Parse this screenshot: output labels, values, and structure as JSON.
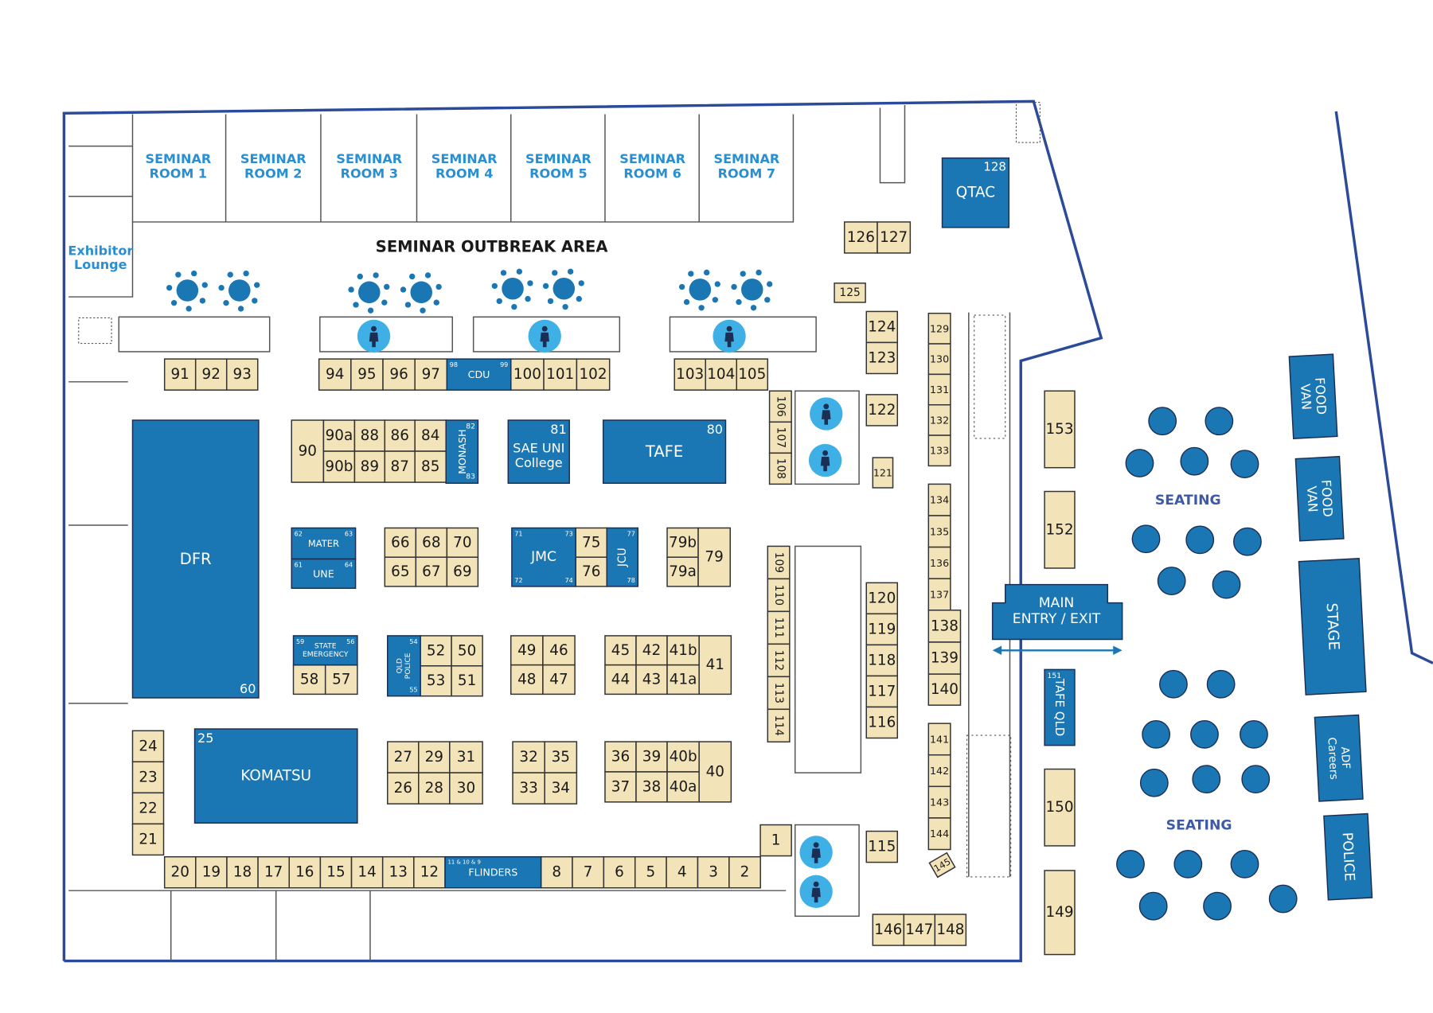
{
  "colors": {
    "booth": "#f2e3b8",
    "exhibitor": "#1a77b4",
    "wall": "#2b4a9a",
    "room_label": "#2a8fd0",
    "toilet": "#3fb0e6"
  },
  "outbreak_area": "SEMINAR OUTBREAK AREA",
  "exhibitor_lounge": [
    "Exhibitor",
    "Lounge"
  ],
  "seminar_rooms": [
    [
      "SEMINAR",
      "ROOM 1"
    ],
    [
      "SEMINAR",
      "ROOM 2"
    ],
    [
      "SEMINAR",
      "ROOM 3"
    ],
    [
      "SEMINAR",
      "ROOM 4"
    ],
    [
      "SEMINAR",
      "ROOM 5"
    ],
    [
      "SEMINAR",
      "ROOM 6"
    ],
    [
      "SEMINAR",
      "ROOM 7"
    ]
  ],
  "booths": [
    "91",
    "92",
    "93",
    "94",
    "95",
    "96",
    "97",
    "100",
    "101",
    "102",
    "103",
    "104",
    "105",
    "90",
    "90a",
    "90b",
    "88",
    "89",
    "86",
    "87",
    "84",
    "85",
    "66",
    "68",
    "70",
    "65",
    "67",
    "69",
    "75",
    "76",
    "79b",
    "79a",
    "79",
    "58",
    "57",
    "52",
    "53",
    "50",
    "51",
    "49",
    "46",
    "48",
    "47",
    "45",
    "42",
    "41b",
    "44",
    "43",
    "41a",
    "41",
    "24",
    "23",
    "22",
    "21",
    "27",
    "29",
    "31",
    "26",
    "28",
    "30",
    "32",
    "35",
    "33",
    "34",
    "36",
    "39",
    "40b",
    "37",
    "38",
    "40a",
    "40",
    "20",
    "19",
    "18",
    "17",
    "16",
    "15",
    "14",
    "13",
    "12",
    "8",
    "7",
    "6",
    "5",
    "4",
    "3",
    "2",
    "1",
    "106",
    "107",
    "108",
    "109",
    "110",
    "111",
    "112",
    "113",
    "114",
    "120",
    "119",
    "118",
    "117",
    "116",
    "124",
    "123",
    "122",
    "121",
    "125",
    "126",
    "127",
    "129",
    "130",
    "131",
    "132",
    "133",
    "134",
    "135",
    "136",
    "137",
    "138",
    "139",
    "140",
    "141",
    "142",
    "143",
    "144",
    "145",
    "146",
    "147",
    "148",
    "115",
    "153",
    "152",
    "150",
    "149"
  ],
  "exhibitors": [
    {
      "name": [
        "CDU"
      ],
      "numbers": [
        "98",
        "99"
      ]
    },
    {
      "name": [
        "MONASH"
      ],
      "numbers": [
        "82",
        "83"
      ]
    },
    {
      "name": [
        "SAE UNI",
        "College"
      ],
      "numbers": [
        "81"
      ]
    },
    {
      "name": [
        "TAFE"
      ],
      "numbers": [
        "80"
      ]
    },
    {
      "name": [
        "MATER"
      ],
      "numbers": [
        "62",
        "63"
      ]
    },
    {
      "name": [
        "UNE"
      ],
      "numbers": [
        "61",
        "64"
      ]
    },
    {
      "name": [
        "JMC"
      ],
      "numbers": [
        "71",
        "73",
        "72",
        "74"
      ]
    },
    {
      "name": [
        "JCU"
      ],
      "numbers": [
        "77",
        "78"
      ]
    },
    {
      "name": [
        "STATE",
        "EMERGENCY"
      ],
      "numbers": [
        "59",
        "56"
      ]
    },
    {
      "name": [
        "QLD",
        "POLICE"
      ],
      "numbers": [
        "54",
        "55"
      ]
    },
    {
      "name": [
        "DFR"
      ],
      "numbers": [
        "60"
      ]
    },
    {
      "name": [
        "KOMATSU"
      ],
      "numbers": [
        "25"
      ]
    },
    {
      "name": [
        "FLINDERS"
      ],
      "numbers": [
        "11 & 10 & 9"
      ]
    },
    {
      "name": [
        "QTAC"
      ],
      "numbers": [
        "128"
      ]
    },
    {
      "name": [
        "TAFE QLD"
      ],
      "numbers": [
        "151"
      ]
    }
  ],
  "outdoor": {
    "main_entry": [
      "MAIN",
      "ENTRY / EXIT"
    ],
    "food_van_1": [
      "FOOD",
      "VAN"
    ],
    "food_van_2": [
      "FOOD",
      "VAN"
    ],
    "stage": [
      "STAGE"
    ],
    "adf": [
      "ADF",
      "Careers"
    ],
    "police": [
      "POLICE"
    ],
    "seating_labels": [
      "SEATING",
      "SEATING"
    ]
  }
}
